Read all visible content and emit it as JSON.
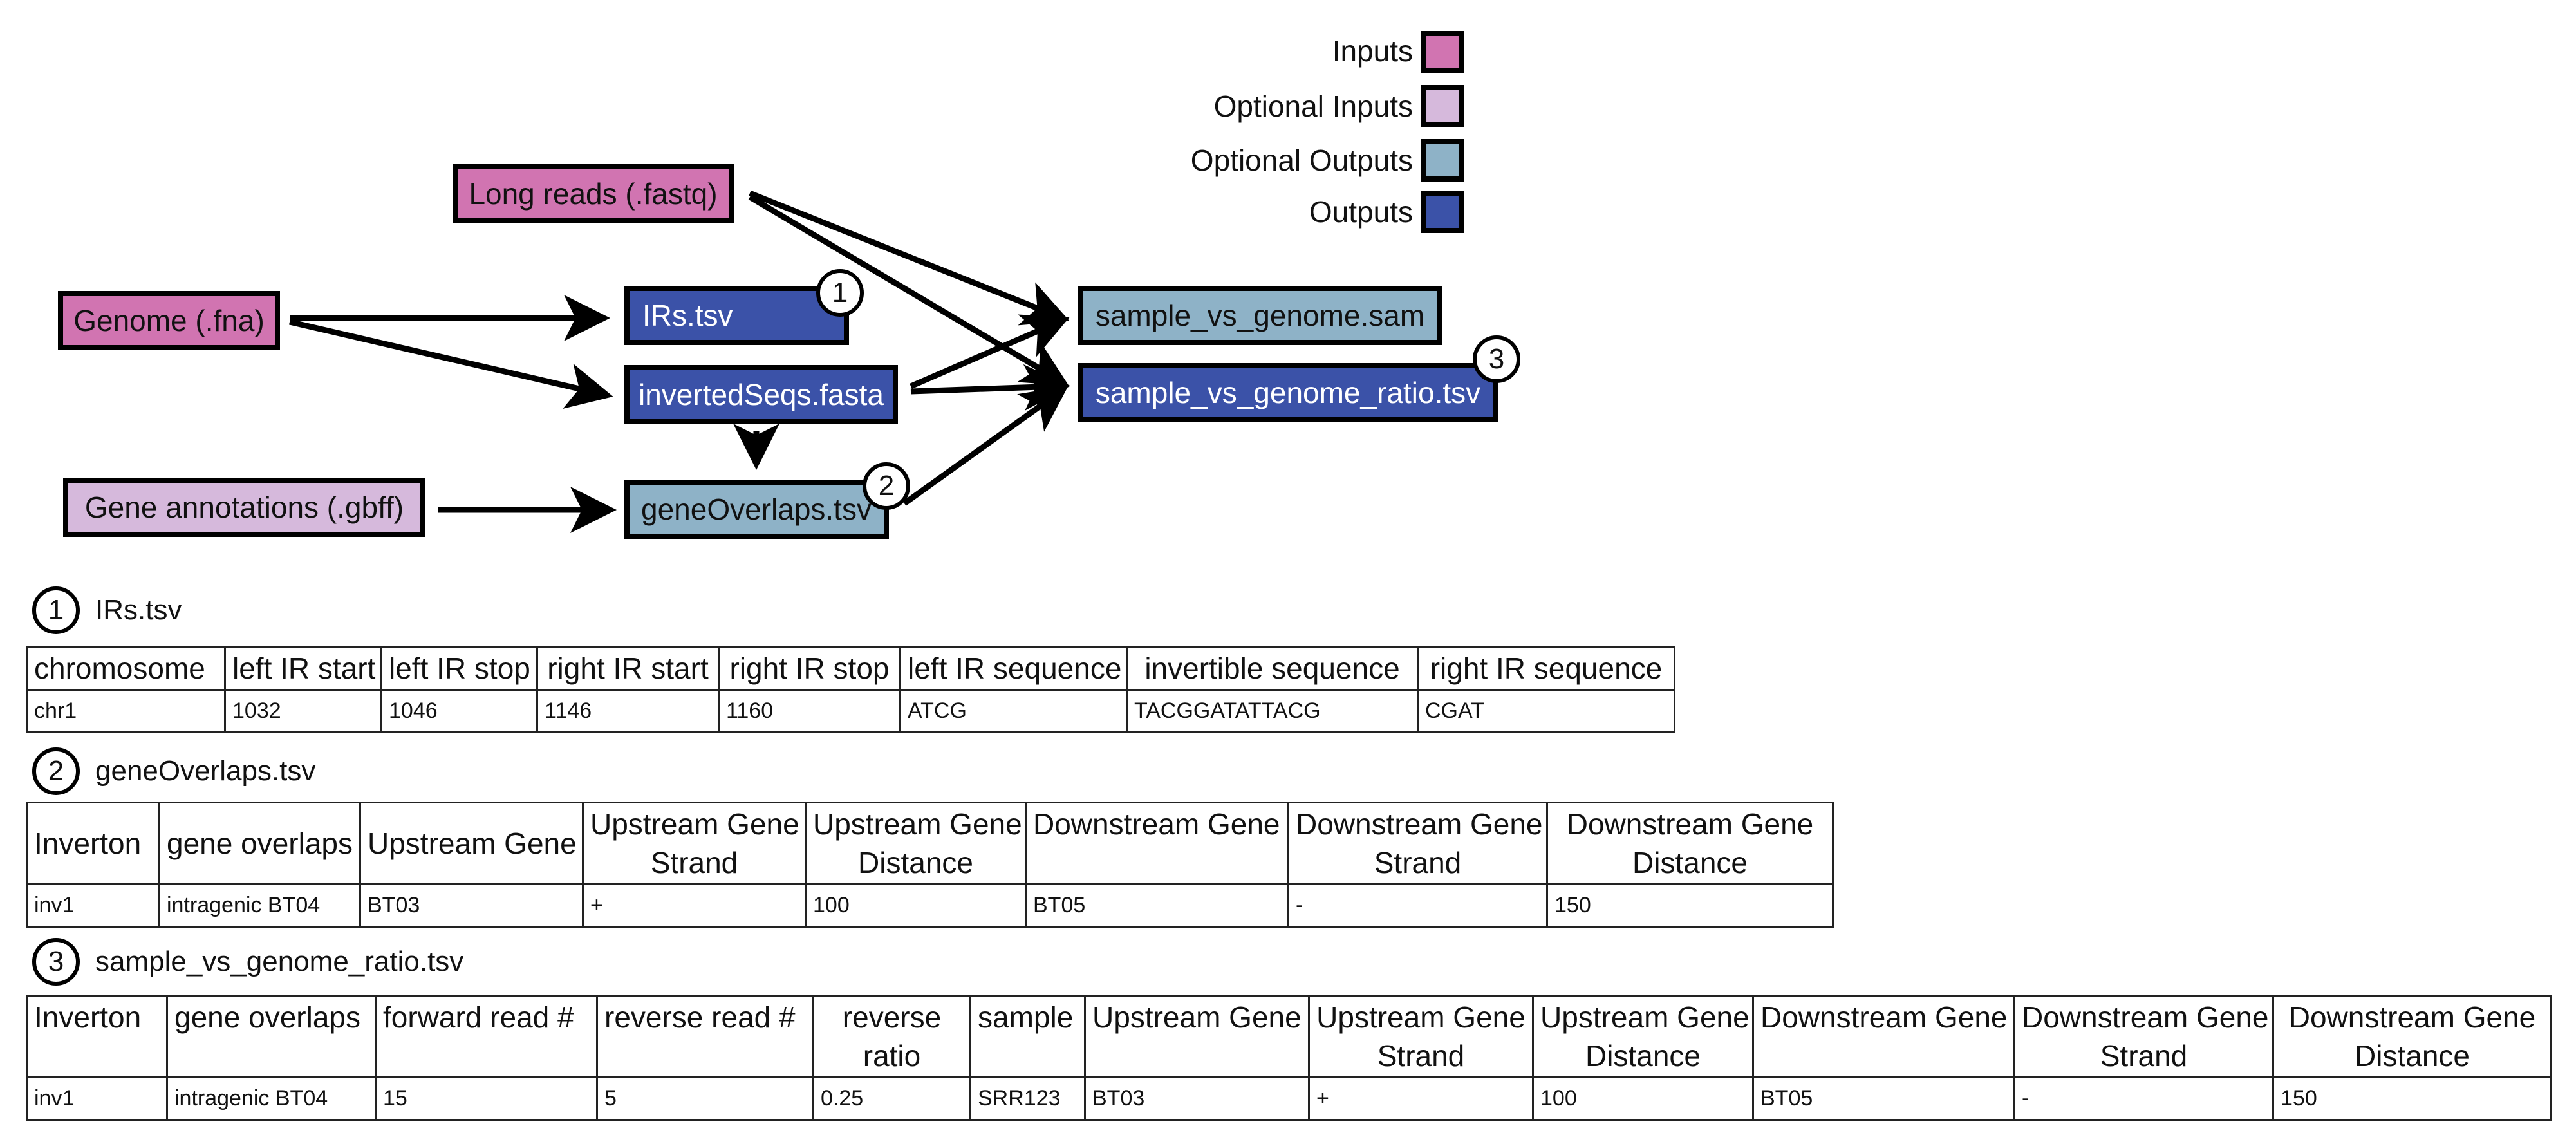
{
  "legend": {
    "inputs": "Inputs",
    "optional_inputs": "Optional Inputs",
    "optional_outputs": "Optional Outputs",
    "outputs": "Outputs"
  },
  "colors": {
    "input": "#d174b1",
    "optional_input": "#d6b9dc",
    "optional_output": "#8eb2c7",
    "output": "#3b52a8"
  },
  "flow": {
    "long_reads": "Long reads (.fastq)",
    "genome": "Genome (.fna)",
    "gene_annotations": "Gene annotations (.gbff)",
    "irs": "IRs.tsv",
    "inverted_seqs": "invertedSeqs.fasta",
    "gene_overlaps": "geneOverlaps.tsv",
    "sam": "sample_vs_genome.sam",
    "ratio": "sample_vs_genome_ratio.tsv",
    "badge1": "1",
    "badge2": "2",
    "badge3": "3"
  },
  "tables": {
    "irs": {
      "badge": "1",
      "title": "IRs.tsv",
      "headers": [
        "chromosome",
        "left IR start",
        "left IR stop",
        "right IR start",
        "right IR stop",
        "left IR sequence",
        "invertible sequence",
        "right IR sequence"
      ],
      "row": [
        "chr1",
        "1032",
        "1046",
        "1146",
        "1160",
        "ATCG",
        "TACGGATATTACG",
        "CGAT"
      ]
    },
    "overlaps": {
      "badge": "2",
      "title": "geneOverlaps.tsv",
      "headers": [
        [
          "Inverton"
        ],
        [
          "gene overlaps"
        ],
        [
          "Upstream Gene"
        ],
        [
          "Upstream Gene",
          "Strand"
        ],
        [
          "Upstream Gene",
          "Distance"
        ],
        [
          "Downstream Gene"
        ],
        [
          "Downstream Gene",
          "Strand"
        ],
        [
          "Downstream Gene",
          "Distance"
        ]
      ],
      "row": [
        "inv1",
        "intragenic BT04",
        "BT03",
        "+",
        "100",
        "BT05",
        "-",
        "150"
      ]
    },
    "ratio": {
      "badge": "3",
      "title": "sample_vs_genome_ratio.tsv",
      "headers": [
        [
          "Inverton"
        ],
        [
          "gene overlaps"
        ],
        [
          "forward read #"
        ],
        [
          "reverse read #"
        ],
        [
          "reverse",
          "ratio"
        ],
        [
          "sample"
        ],
        [
          "Upstream Gene"
        ],
        [
          "Upstream Gene",
          "Strand"
        ],
        [
          "Upstream Gene",
          "Distance"
        ],
        [
          "Downstream Gene"
        ],
        [
          "Downstream Gene",
          "Strand"
        ],
        [
          "Downstream Gene",
          "Distance"
        ]
      ],
      "row": [
        "inv1",
        "intragenic BT04",
        "15",
        "5",
        "0.25",
        "SRR123",
        "BT03",
        "+",
        "100",
        "BT05",
        "-",
        "150"
      ]
    }
  }
}
